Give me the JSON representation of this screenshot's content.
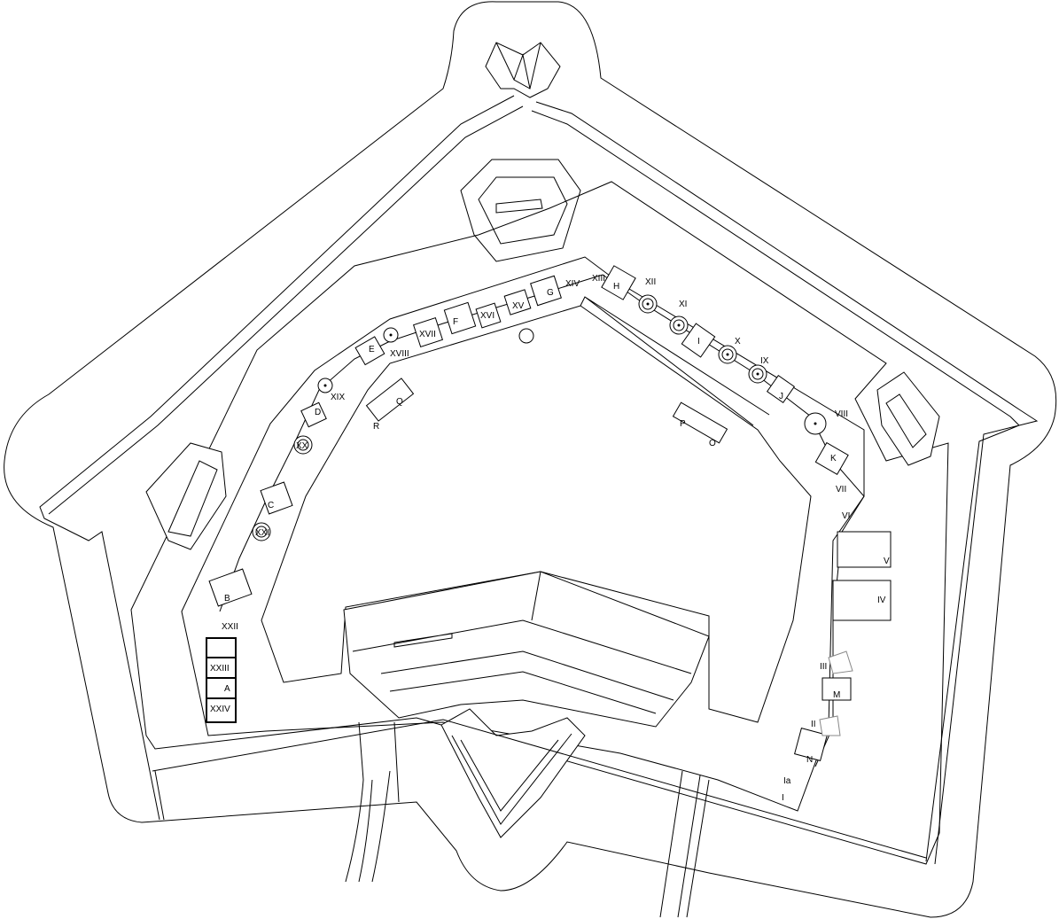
{
  "plan": {
    "casemate_labels": [
      "I",
      "Ia",
      "II",
      "III",
      "IV",
      "V",
      "VI",
      "VII",
      "VIII",
      "IX",
      "X",
      "XI",
      "XII",
      "XIII",
      "XIV",
      "XV",
      "XVI",
      "XVII",
      "XVIII",
      "XIX",
      "XX",
      "XXI",
      "XXII",
      "XXIII",
      "XXIV"
    ],
    "building_labels": [
      "A",
      "B",
      "C",
      "D",
      "E",
      "F",
      "G",
      "H",
      "I",
      "J",
      "K",
      "M",
      "N",
      "O",
      "P",
      "Q",
      "R"
    ]
  }
}
